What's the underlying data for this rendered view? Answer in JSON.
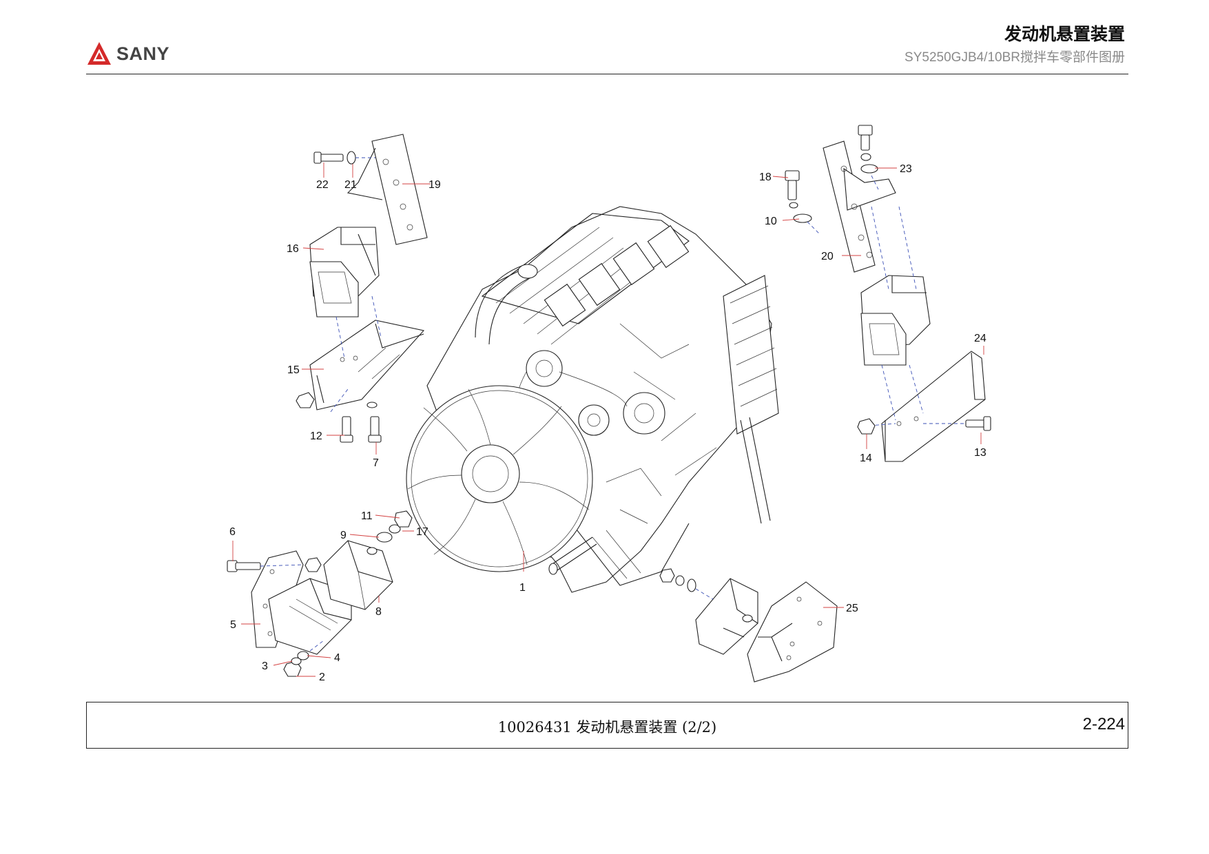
{
  "header": {
    "logo_text": "SANY",
    "logo_color": "#d42a2a",
    "title": "发动机悬置装置",
    "subtitle": "SY5250GJB4/10BR搅拌车零部件图册"
  },
  "footer": {
    "caption": "10026431 发动机悬置装置 (2/2)",
    "page_number": "2-224"
  },
  "callouts": [
    {
      "id": "c1",
      "label": "1"
    },
    {
      "id": "c2",
      "label": "2"
    },
    {
      "id": "c3",
      "label": "3"
    },
    {
      "id": "c4",
      "label": "4"
    },
    {
      "id": "c5",
      "label": "5"
    },
    {
      "id": "c6",
      "label": "6"
    },
    {
      "id": "c7",
      "label": "7"
    },
    {
      "id": "c8",
      "label": "8"
    },
    {
      "id": "c9",
      "label": "9"
    },
    {
      "id": "c10",
      "label": "10"
    },
    {
      "id": "c11",
      "label": "11"
    },
    {
      "id": "c12",
      "label": "12"
    },
    {
      "id": "c13",
      "label": "13"
    },
    {
      "id": "c14",
      "label": "14"
    },
    {
      "id": "c15",
      "label": "15"
    },
    {
      "id": "c16",
      "label": "16"
    },
    {
      "id": "c17",
      "label": "17"
    },
    {
      "id": "c18",
      "label": "18"
    },
    {
      "id": "c19",
      "label": "19"
    },
    {
      "id": "c20",
      "label": "20"
    },
    {
      "id": "c21",
      "label": "21"
    },
    {
      "id": "c22",
      "label": "22"
    },
    {
      "id": "c23",
      "label": "23"
    },
    {
      "id": "c24",
      "label": "24"
    },
    {
      "id": "c25",
      "label": "25"
    }
  ]
}
